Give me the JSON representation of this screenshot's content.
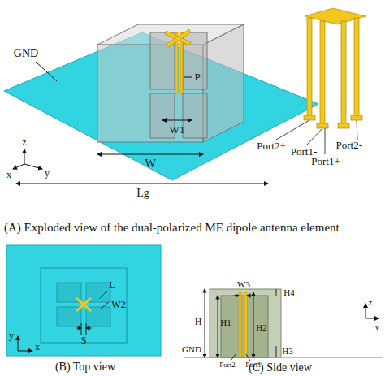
{
  "diagram": {
    "labels": [
      "GND",
      "P",
      "W1",
      "W",
      "Lg",
      "z",
      "x",
      "y",
      "Port2+",
      "Port1-",
      "Port1+",
      "Port2-",
      "(A) Exploded view of the dual-polarized ME dipole antenna element",
      "L",
      "W2",
      "S",
      "y",
      "x",
      "(B) Top view",
      "W3",
      "H4",
      "H",
      "H1",
      "H2",
      "H3",
      "GND",
      "Port2",
      "Port1",
      "z",
      "y",
      "(C) Side view"
    ]
  }
}
